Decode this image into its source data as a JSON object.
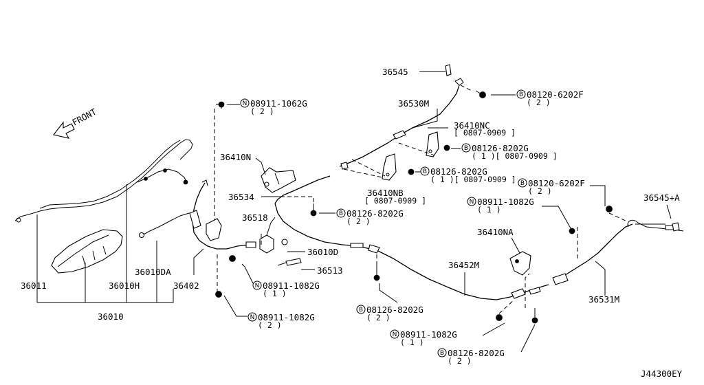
{
  "front_label": "FRONT",
  "diagram_id": "J44300EY",
  "parts": {
    "p36545": "36545",
    "p36530M": "36530M",
    "p36410NC": "36410NC",
    "p36410N": "36410N",
    "p36534": "36534",
    "p36518": "36518",
    "p36010D": "36010D",
    "p36513": "36513",
    "p36410NB": "36410NB",
    "p36410NA": "36410NA",
    "p36452M": "36452M",
    "p36531M": "36531M",
    "p36545A": "36545+A",
    "p36011": "36011",
    "p36010H": "36010H",
    "p36010DA": "36010DA",
    "p36402": "36402",
    "p36010": "36010"
  },
  "fasteners": {
    "f1": {
      "prefix": "N",
      "code": "08911-1062G",
      "qty": "( 2 )"
    },
    "f2": {
      "prefix": "B",
      "code": "08120-6202F",
      "qty": "( 2 )"
    },
    "f3": {
      "prefix": "B",
      "code": "08126-8202G",
      "qty": "( 1 )[ 0807-0909 ]"
    },
    "f4": {
      "prefix": "B",
      "code": "08126-8202G",
      "qty": "( 1 )[ 0807-0909 ]"
    },
    "f5": {
      "prefix": "B",
      "code": "08120-6202F",
      "qty": "( 2 )"
    },
    "f6": {
      "prefix": "N",
      "code": "08911-1082G",
      "qty": "( 1 )"
    },
    "f7": {
      "prefix": "B",
      "code": "08126-8202G",
      "qty": "( 2 )"
    },
    "f8": {
      "prefix": "N",
      "code": "08911-1082G",
      "qty": "( 1 )"
    },
    "f9": {
      "prefix": "N",
      "code": "08911-1082G",
      "qty": "( 2 )"
    },
    "f10": {
      "prefix": "B",
      "code": "08126-8202G",
      "qty": "( 2 )"
    },
    "f11": {
      "prefix": "N",
      "code": "08911-1082G",
      "qty": "( 1 )"
    },
    "f12": {
      "prefix": "B",
      "code": "08126-8202G",
      "qty": "( 2 )"
    }
  },
  "notes": {
    "nc_years": "[ 0807-0909 ]",
    "nb_years": "[ 0807-0909 ]"
  }
}
